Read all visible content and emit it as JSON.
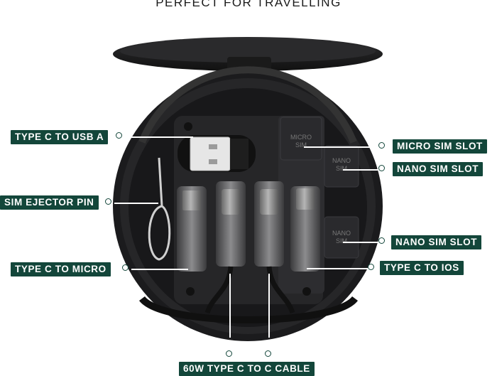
{
  "header": {
    "title": "PERFECT FOR TRAVELLING"
  },
  "device": {
    "micro_sim_label": "MICRO\nSIM",
    "nano_sim_label": "NANO\nSIM"
  },
  "callouts": {
    "type_c_to_usb_a": "TYPE C TO USB A",
    "sim_ejector_pin": "SIM EJECTOR PIN",
    "type_c_to_micro": "TYPE C TO MICRO",
    "micro_sim_slot": "MICRO SIM SLOT",
    "nano_sim_slot_top": "NANO SIM SLOT",
    "nano_sim_slot_bottom": "NANO SIM SLOT",
    "type_c_to_ios": "TYPE C TO IOS",
    "cable_60w": "60W TYPE C TO C CABLE"
  },
  "colors": {
    "label_bg": "#13463a",
    "case": "#1d1d1f",
    "connector": "#8a8a8a"
  }
}
